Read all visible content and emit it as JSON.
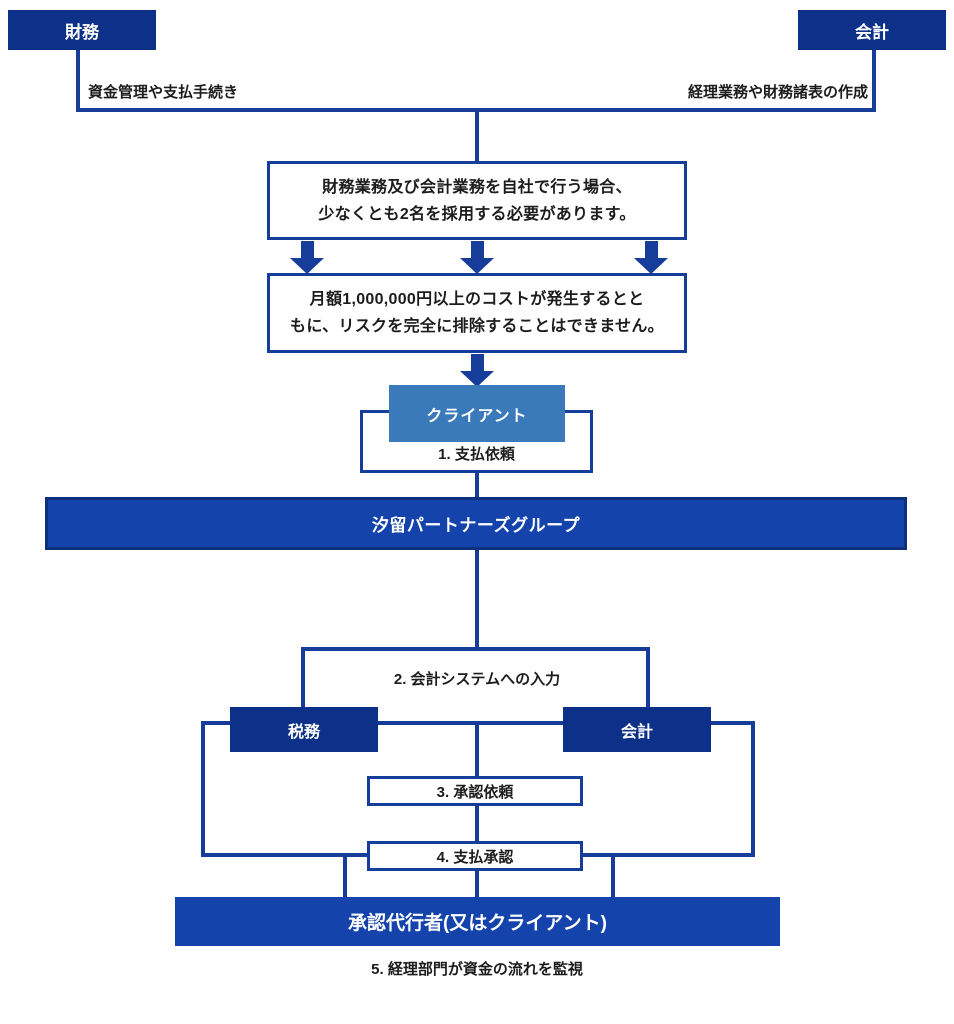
{
  "diagram": {
    "colors": {
      "navy": "#0d3189",
      "royal": "#1443ac",
      "bar_border": "#0e2f7d",
      "client_blue": "#3a79ba",
      "line": "#163d9a",
      "text": "#1c1c1c"
    },
    "top_left_box": "財務",
    "top_right_box": "会計",
    "top_left_caption": "資金管理や支払手続き",
    "top_right_caption": "経理業務や財務諸表の作成",
    "note1_line1": "財務業務及び会計業務を自社で行う場合、",
    "note1_line2": "少なくとも2名を採用する必要があります。",
    "note2_line1": "月額1,000,000円以上のコストが発生するとと",
    "note2_line2": "もに、リスクを完全に排除することはできません。",
    "client_box": "クライアント",
    "step1": "1. 支払依頼",
    "group_bar": "汐留パートナーズグループ",
    "step2": "2. 会計システムへの入力",
    "tax_box": "税務",
    "accounting_box": "会計",
    "step3": "3. 承認依頼",
    "step4": "4. 支払承認",
    "approver_bar": "承認代行者(又はクライアント)",
    "step5": "5. 経理部門が資金の流れを監視"
  }
}
